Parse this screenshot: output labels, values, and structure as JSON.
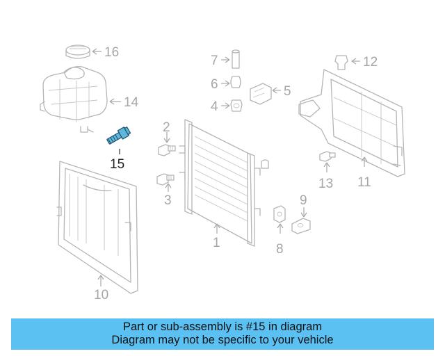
{
  "banner": {
    "line1": "Part or sub-assembly is #15 in diagram",
    "line2": "Diagram may not be specific to your vehicle"
  },
  "highlighted_part": "15",
  "callouts": {
    "c1": "1",
    "c2": "2",
    "c3": "3",
    "c4": "4",
    "c5": "5",
    "c6": "6",
    "c7": "7",
    "c8": "8",
    "c9": "9",
    "c10": "10",
    "c11": "11",
    "c12": "12",
    "c13": "13",
    "c14": "14",
    "c15": "15",
    "c16": "16"
  },
  "colors": {
    "banner": "#5bc0f2",
    "highlight": "#5fb8dc",
    "line_art": "#b5b5b5"
  }
}
